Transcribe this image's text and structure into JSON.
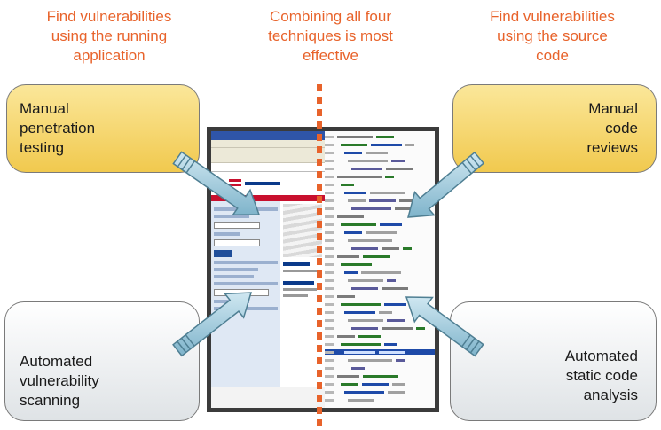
{
  "headings": {
    "left": "Find vulnerabilities\nusing the running\napplication",
    "center": "Combining all four\ntechniques is most\neffective",
    "right": "Find vulnerabilities\nusing the source\ncode"
  },
  "callouts": {
    "manual_penetration": "Manual\npenetration\ntesting",
    "manual_code": "Manual\ncode\nreviews",
    "automated_vulnerability": "Automated\nvulnerability\nscanning",
    "automated_static": "Automated\nstatic code\nanalysis"
  },
  "colors": {
    "heading": "#e8632b",
    "callout_yellow": "#f1c94e",
    "callout_gray": "#dfe3e6",
    "arrow": "#8fc1d6"
  }
}
